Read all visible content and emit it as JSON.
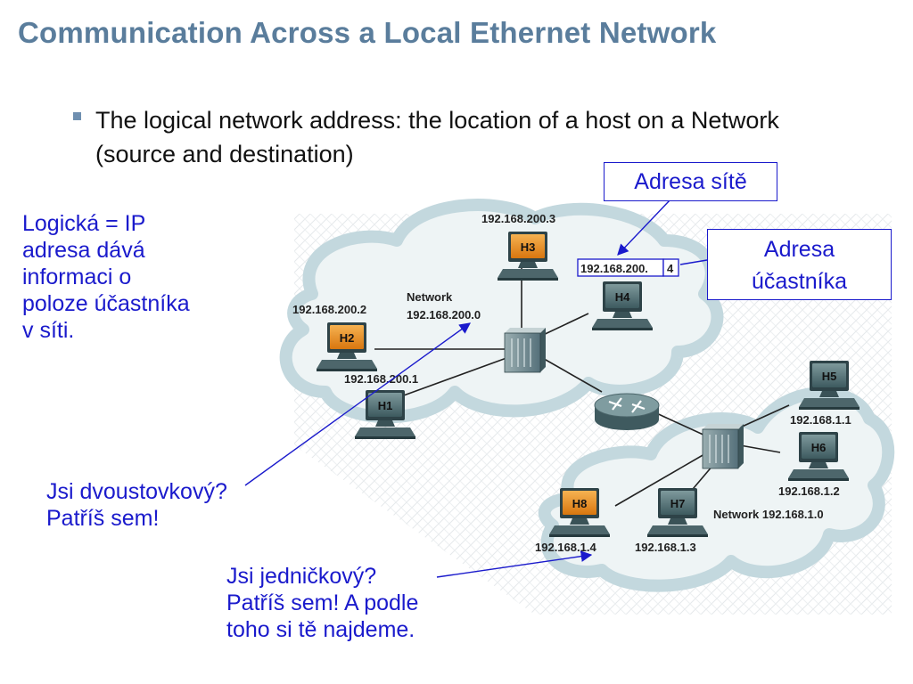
{
  "slide": {
    "title": "Communication Across a Local Ethernet Network",
    "bullet_text": "The logical network address: the location of a host on a Network (source and destination)"
  },
  "annotations": {
    "logicka": [
      "Logická = IP",
      "adresa dává",
      "informaci o",
      "poloze účastníka",
      "v síti."
    ],
    "adresa_site": "Adresa sítě",
    "adresa_ucastnika": [
      "Adresa",
      "účastníka"
    ],
    "dvoustovkovy": [
      "Jsi dvoustovkový?",
      "Patříš sem!"
    ],
    "jednickovy": [
      "Jsi jedničkový?",
      "Patříš sem! A podle",
      "toho si tě najdeme."
    ]
  },
  "diagram": {
    "network_a_label": "Network",
    "network_a_address": "192.168.200.0",
    "network_b_label": "Network 192.168.1.0",
    "hosts": [
      {
        "name": "H1",
        "ip": "192.168.200.1",
        "highlight": false
      },
      {
        "name": "H2",
        "ip": "192.168.200.2",
        "highlight": true
      },
      {
        "name": "H3",
        "ip": "192.168.200.3",
        "highlight": true
      },
      {
        "name": "H4",
        "ip_prefix": "192.168.200.",
        "ip_suffix": "4",
        "highlight": false
      },
      {
        "name": "H5",
        "ip": "192.168.1.1",
        "highlight": false
      },
      {
        "name": "H6",
        "ip": "192.168.1.2",
        "highlight": false
      },
      {
        "name": "H7",
        "ip": "192.168.1.3",
        "highlight": false
      },
      {
        "name": "H8",
        "ip": "192.168.1.4",
        "highlight": true
      }
    ]
  },
  "colors": {
    "title": "#5a7d9c",
    "annotation_blue": "#1a1acc",
    "highlight_monitor": "#e98a1f",
    "plain_monitor": "#4f6b72",
    "cloud": "#c3d8de"
  }
}
